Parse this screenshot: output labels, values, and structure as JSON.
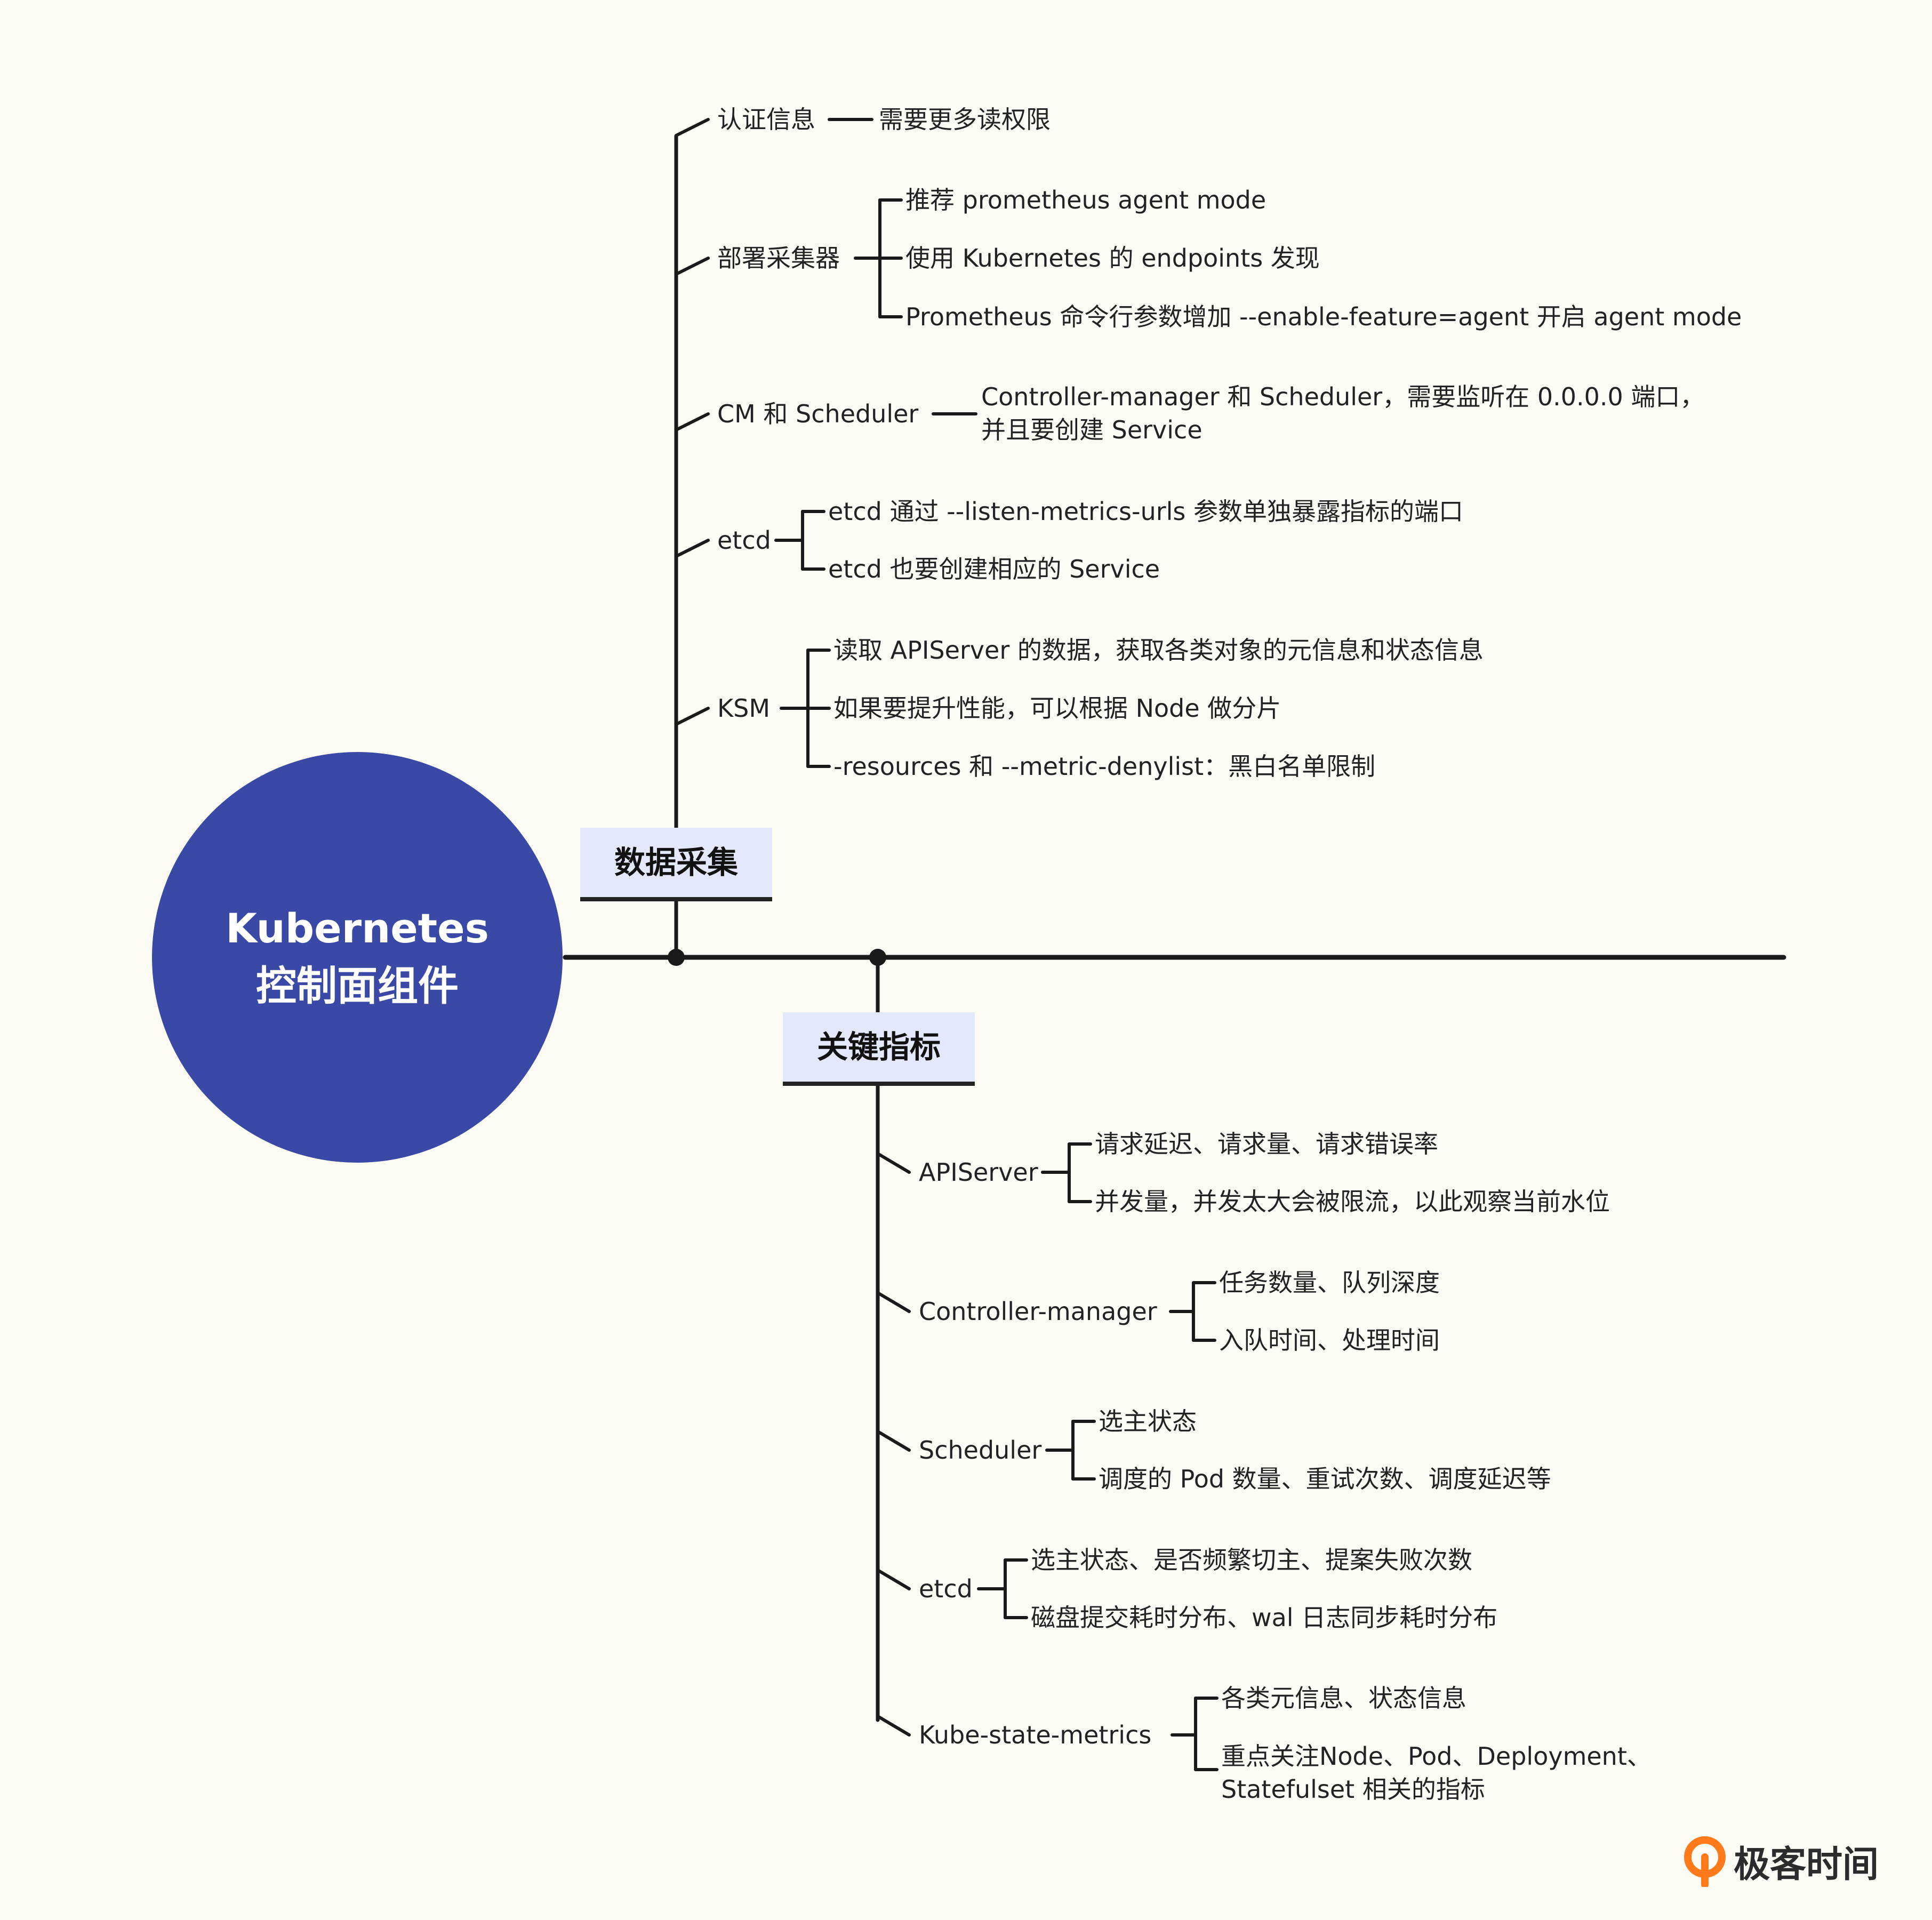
{
  "root": {
    "title": "Kubernetes\n控制面组件"
  },
  "brand": {
    "name": "极客时间",
    "color": "#ff7a1a"
  },
  "colors": {
    "root": "#3a49a6",
    "category_bg": "#e3e9fb",
    "line": "#1a1a1a"
  },
  "collection": {
    "title": "数据采集",
    "items": [
      {
        "label": "认证信息",
        "children": [
          "需要更多读权限"
        ]
      },
      {
        "label": "部署采集器",
        "children": [
          "推荐 prometheus agent mode",
          "使用 Kubernetes 的 endpoints 发现",
          "Prometheus 命令行参数增加 --enable-feature=agent 开启 agent mode"
        ]
      },
      {
        "label": "CM 和 Scheduler",
        "children": [
          "Controller-manager 和 Scheduler，需要监听在 0.0.0.0 端口，\n并且要创建 Service"
        ]
      },
      {
        "label": "etcd",
        "children": [
          "etcd 通过 --listen-metrics-urls 参数单独暴露指标的端口",
          "etcd 也要创建相应的 Service"
        ]
      },
      {
        "label": "KSM",
        "children": [
          "读取 APIServer 的数据，获取各类对象的元信息和状态信息",
          "如果要提升性能，可以根据 Node 做分片",
          "-resources 和 --metric-denylist：黑白名单限制"
        ]
      }
    ]
  },
  "metrics": {
    "title": "关键指标",
    "items": [
      {
        "label": "APIServer",
        "children": [
          "请求延迟、请求量、请求错误率",
          "并发量，并发太大会被限流，以此观察当前水位"
        ]
      },
      {
        "label": "Controller-manager",
        "children": [
          "任务数量、队列深度",
          "入队时间、处理时间"
        ]
      },
      {
        "label": "Scheduler",
        "children": [
          "选主状态",
          "调度的 Pod 数量、重试次数、调度延迟等"
        ]
      },
      {
        "label": "etcd",
        "children": [
          "选主状态、是否频繁切主、提案失败次数",
          "磁盘提交耗时分布、wal 日志同步耗时分布"
        ]
      },
      {
        "label": "Kube-state-metrics",
        "children": [
          "各类元信息、状态信息",
          "重点关注Node、Pod、Deployment、\nStatefulset 相关的指标"
        ]
      }
    ]
  }
}
